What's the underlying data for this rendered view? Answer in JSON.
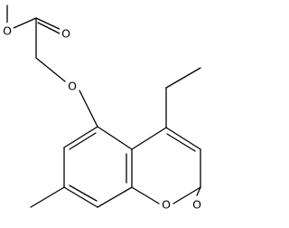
{
  "molecule": {
    "atom_labels": {
      "ester_methoxy_o": "O",
      "carbonyl_o": "O",
      "ether_o": "O",
      "ring_o": "O",
      "lactone_carbonyl_o": "O"
    }
  },
  "colors": {
    "bond": "#000000",
    "background": "#ffffff"
  }
}
